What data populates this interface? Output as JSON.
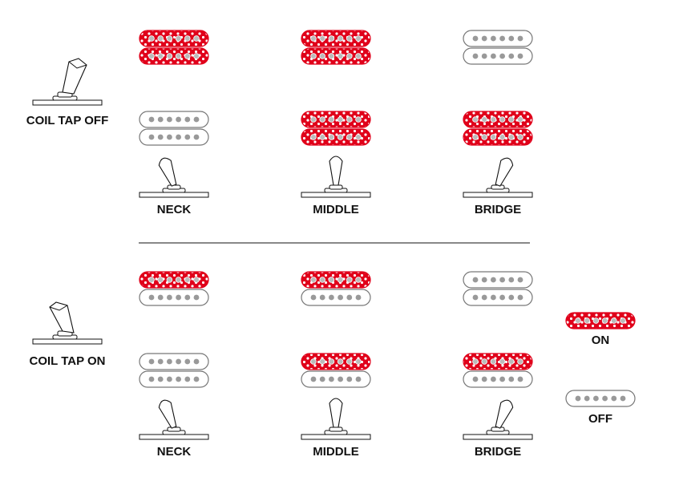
{
  "colors": {
    "on": "#e0001a",
    "off": "#ffffff",
    "outline": "#777777",
    "pole": "#999999",
    "ink": "#111111"
  },
  "coil_tap_off": {
    "label": "COIL TAP OFF",
    "switch_state": "up",
    "positions": [
      {
        "label": "NECK",
        "toggle": "left",
        "top_coil": "on",
        "bottom_coil": "on",
        "neck_pickup": {
          "top_coil": "off",
          "bottom_coil": "off"
        }
      },
      {
        "label": "MIDDLE",
        "toggle": "center",
        "top_coil": "on",
        "bottom_coil": "on",
        "neck_pickup": {
          "top_coil": "on",
          "bottom_coil": "on"
        }
      },
      {
        "label": "BRIDGE",
        "toggle": "right",
        "top_coil": "off",
        "bottom_coil": "off",
        "neck_pickup": {
          "top_coil": "on",
          "bottom_coil": "on"
        }
      }
    ]
  },
  "coil_tap_on": {
    "label": "COIL TAP ON",
    "switch_state": "down",
    "positions": [
      {
        "label": "NECK",
        "toggle": "left",
        "top_coil": "on",
        "bottom_coil": "off",
        "neck_pickup": {
          "top_coil": "off",
          "bottom_coil": "off"
        }
      },
      {
        "label": "MIDDLE",
        "toggle": "center",
        "top_coil": "on",
        "bottom_coil": "off",
        "neck_pickup": {
          "top_coil": "on",
          "bottom_coil": "off"
        }
      },
      {
        "label": "BRIDGE",
        "toggle": "right",
        "top_coil": "off",
        "bottom_coil": "off",
        "neck_pickup": {
          "top_coil": "on",
          "bottom_coil": "off"
        }
      }
    ]
  },
  "legend": [
    {
      "label": "ON",
      "state": "on"
    },
    {
      "label": "OFF",
      "state": "off"
    }
  ]
}
